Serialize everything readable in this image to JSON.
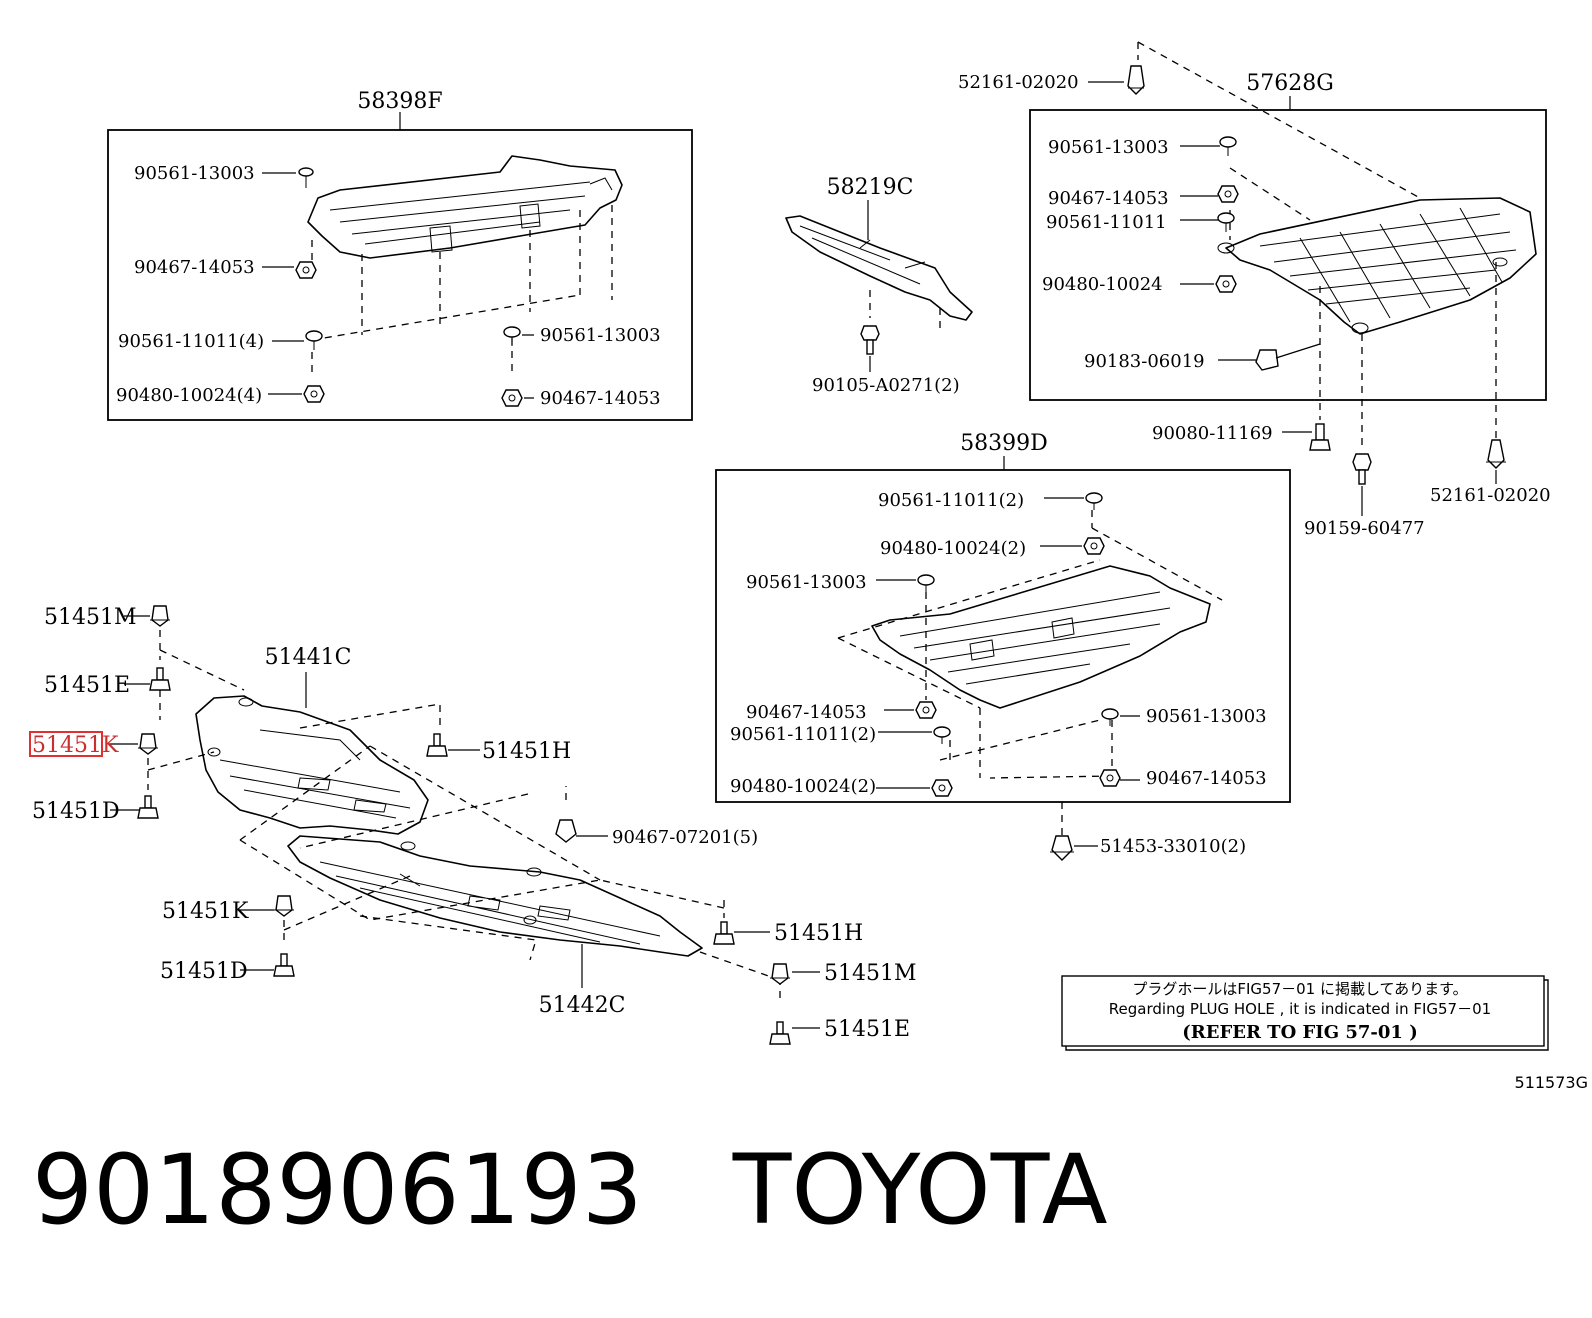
{
  "figure_code": "511573G",
  "footer": {
    "part_number": "9018906193",
    "brand": "TOYOTA"
  },
  "note": {
    "japanese": "プラグホールはFIG57－01 に掲載してあります。",
    "english": "Regarding  PLUG HOLE , it is  indicated  in  FIG57－01",
    "refer": "(REFER  TO  FIG    57-01     )"
  },
  "groups": {
    "g58398F": {
      "title": "58398F",
      "labels": [
        "90561-13003",
        "90467-14053",
        "90561-11011(4)",
        "90480-10024(4)",
        "90561-13003",
        "90467-14053"
      ]
    },
    "g58219C": {
      "title": "58219C",
      "labels": [
        "90105-A0271(2)"
      ]
    },
    "g57628G": {
      "title": "57628G",
      "labels": [
        "52161-02020",
        "90561-13003",
        "90467-14053",
        "90561-11011",
        "90480-10024",
        "90183-06019",
        "90080-11169",
        "90159-60477",
        "52161-02020"
      ]
    },
    "g58399D": {
      "title": "58399D",
      "labels": [
        "90561-11011(2)",
        "90480-10024(2)",
        "90561-13003",
        "90467-14053",
        "90561-11011(2)",
        "90480-10024(2)",
        "90561-13003",
        "90467-14053",
        "51453-33010(2)"
      ]
    },
    "front": {
      "labels": [
        "51451M",
        "51451E",
        "51451K",
        "51451D",
        "51441C",
        "51451H",
        "90467-07201(5)",
        "51451K",
        "51451D",
        "51442C",
        "51451H",
        "51451M",
        "51451E"
      ]
    }
  }
}
